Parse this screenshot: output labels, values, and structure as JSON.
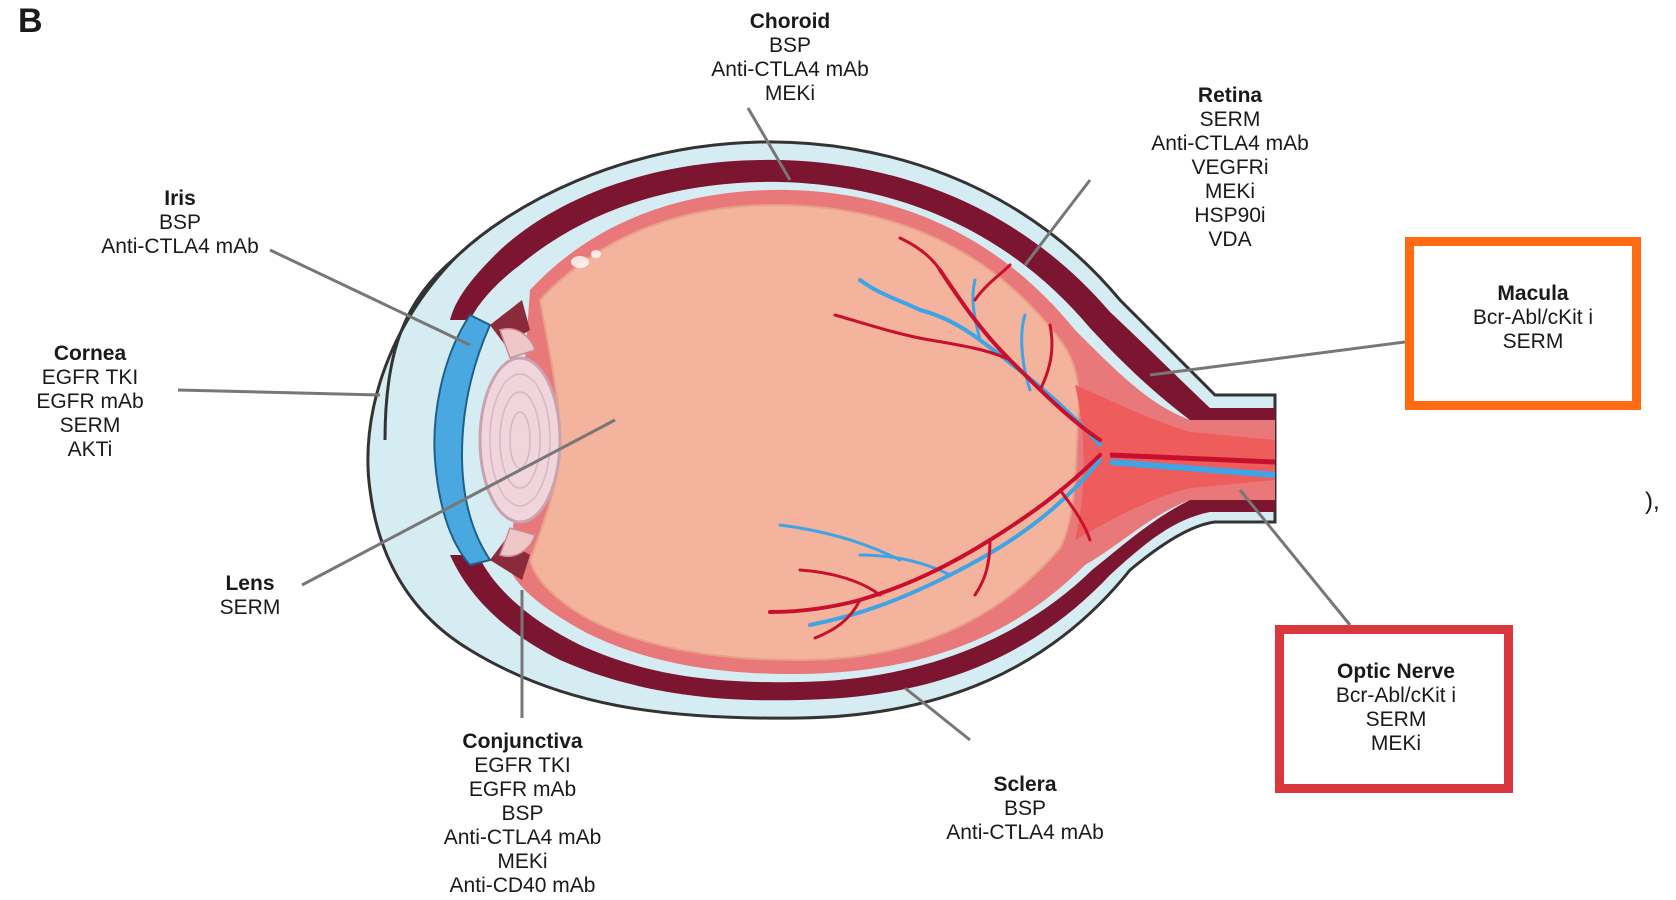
{
  "panel_letter": "B",
  "stray_text": "),",
  "colors": {
    "highlight_macula": "#ff6a13",
    "highlight_optic_nerve": "#d9363e",
    "sclera": "#d6ecf3",
    "choroid": "#7b1530",
    "retina": "#e8787a",
    "vitreous": "#f4b39c",
    "lens": "#f0d5dc",
    "cornea": "#4aa8e0",
    "artery": "#c8102e",
    "vein": "#3ea4e6",
    "leader_line": "#777777"
  },
  "labels": {
    "choroid": {
      "title": "Choroid",
      "items": [
        "BSP",
        "Anti-CTLA4 mAb",
        "MEKi"
      ]
    },
    "retina": {
      "title": "Retina",
      "items": [
        "SERM",
        "Anti-CTLA4 mAb",
        "VEGFRi",
        "MEKi",
        "HSP90i",
        "VDA"
      ]
    },
    "iris": {
      "title": "Iris",
      "items": [
        "BSP",
        "Anti-CTLA4 mAb"
      ]
    },
    "cornea": {
      "title": "Cornea",
      "items": [
        "EGFR TKI",
        "EGFR mAb",
        "SERM",
        "AKTi"
      ]
    },
    "macula": {
      "title": "Macula",
      "items": [
        "Bcr-Abl/cKit i",
        "SERM"
      ]
    },
    "lens": {
      "title": "Lens",
      "items": [
        "SERM"
      ]
    },
    "conjunctiva": {
      "title": "Conjunctiva",
      "items": [
        "EGFR TKI",
        "EGFR mAb",
        "BSP",
        "Anti-CTLA4 mAb",
        "MEKi",
        "Anti-CD40 mAb"
      ]
    },
    "sclera": {
      "title": "Sclera",
      "items": [
        "BSP",
        "Anti-CTLA4 mAb"
      ]
    },
    "optic_nerve": {
      "title": "Optic Nerve",
      "items": [
        "Bcr-Abl/cKit i",
        "SERM",
        "MEKi"
      ]
    }
  }
}
